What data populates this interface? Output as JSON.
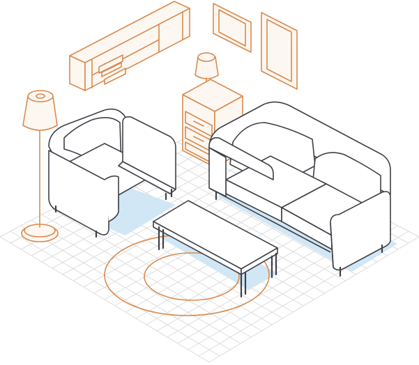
{
  "colors": {
    "background": "#ffffff",
    "grid": "#dcdcdc",
    "highlight": "#cfe6f6",
    "furniture_line": "#3d4046",
    "furniture_fill": "#ffffff",
    "accent_line": "#d98a4e",
    "accent_fill": "#fdf7f1"
  },
  "scene": {
    "kind": "isometric-living-room-illustration",
    "objects": [
      "floor-grid",
      "wall-shelf",
      "picture-frame",
      "picture-frame",
      "floor-lamp",
      "table-lamp",
      "nightstand",
      "armchair",
      "sofa",
      "coffee-table",
      "rug-rings"
    ]
  }
}
